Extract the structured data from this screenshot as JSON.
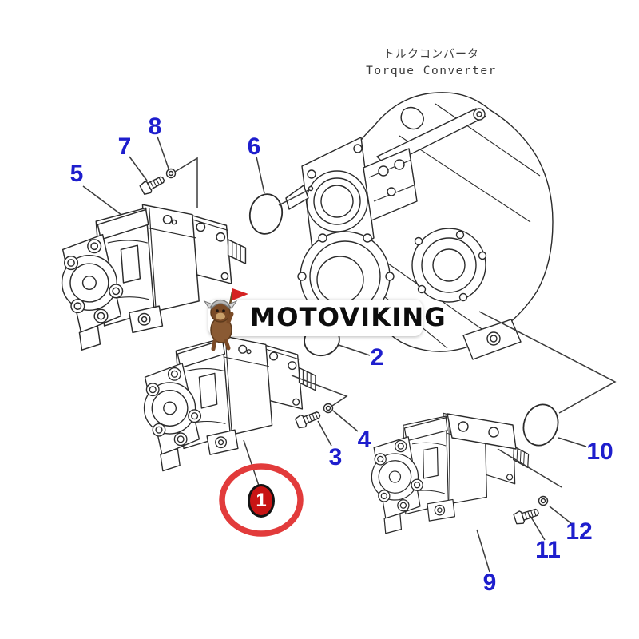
{
  "header": {
    "title_jp": "トルクコンバータ",
    "title_en": "Torque Converter"
  },
  "watermark": {
    "text": "MOTOVIKING",
    "mascot": "viking-bear-mascot-icon"
  },
  "highlight": {
    "ring_color": "#e23b3b",
    "badge_fill": "#c81414",
    "badge_text_color": "#ffffff"
  },
  "colors": {
    "callout_blue": "#1e1ecd",
    "line_art": "#2b2b2b",
    "background": "#ffffff"
  },
  "callouts": [
    {
      "number": "1",
      "style": "red-badge-circled"
    },
    {
      "number": "2",
      "style": "blue"
    },
    {
      "number": "3",
      "style": "blue"
    },
    {
      "number": "4",
      "style": "blue"
    },
    {
      "number": "5",
      "style": "blue"
    },
    {
      "number": "6",
      "style": "blue"
    },
    {
      "number": "7",
      "style": "blue"
    },
    {
      "number": "8",
      "style": "blue"
    },
    {
      "number": "9",
      "style": "blue"
    },
    {
      "number": "10",
      "style": "blue"
    },
    {
      "number": "11",
      "style": "blue"
    },
    {
      "number": "12",
      "style": "blue"
    }
  ],
  "parts": {
    "torque_converter": "torque-converter-housing",
    "pump_main": "hydraulic-pump-item-1",
    "pump_upper_left": "hydraulic-pump-item-5",
    "pump_lower_right": "hydraulic-pump-item-9",
    "o_rings": [
      "item-2",
      "item-6",
      "item-10"
    ],
    "bolts": [
      "item-3",
      "item-7",
      "item-11"
    ],
    "washers": [
      "item-4",
      "item-8",
      "item-12"
    ]
  }
}
